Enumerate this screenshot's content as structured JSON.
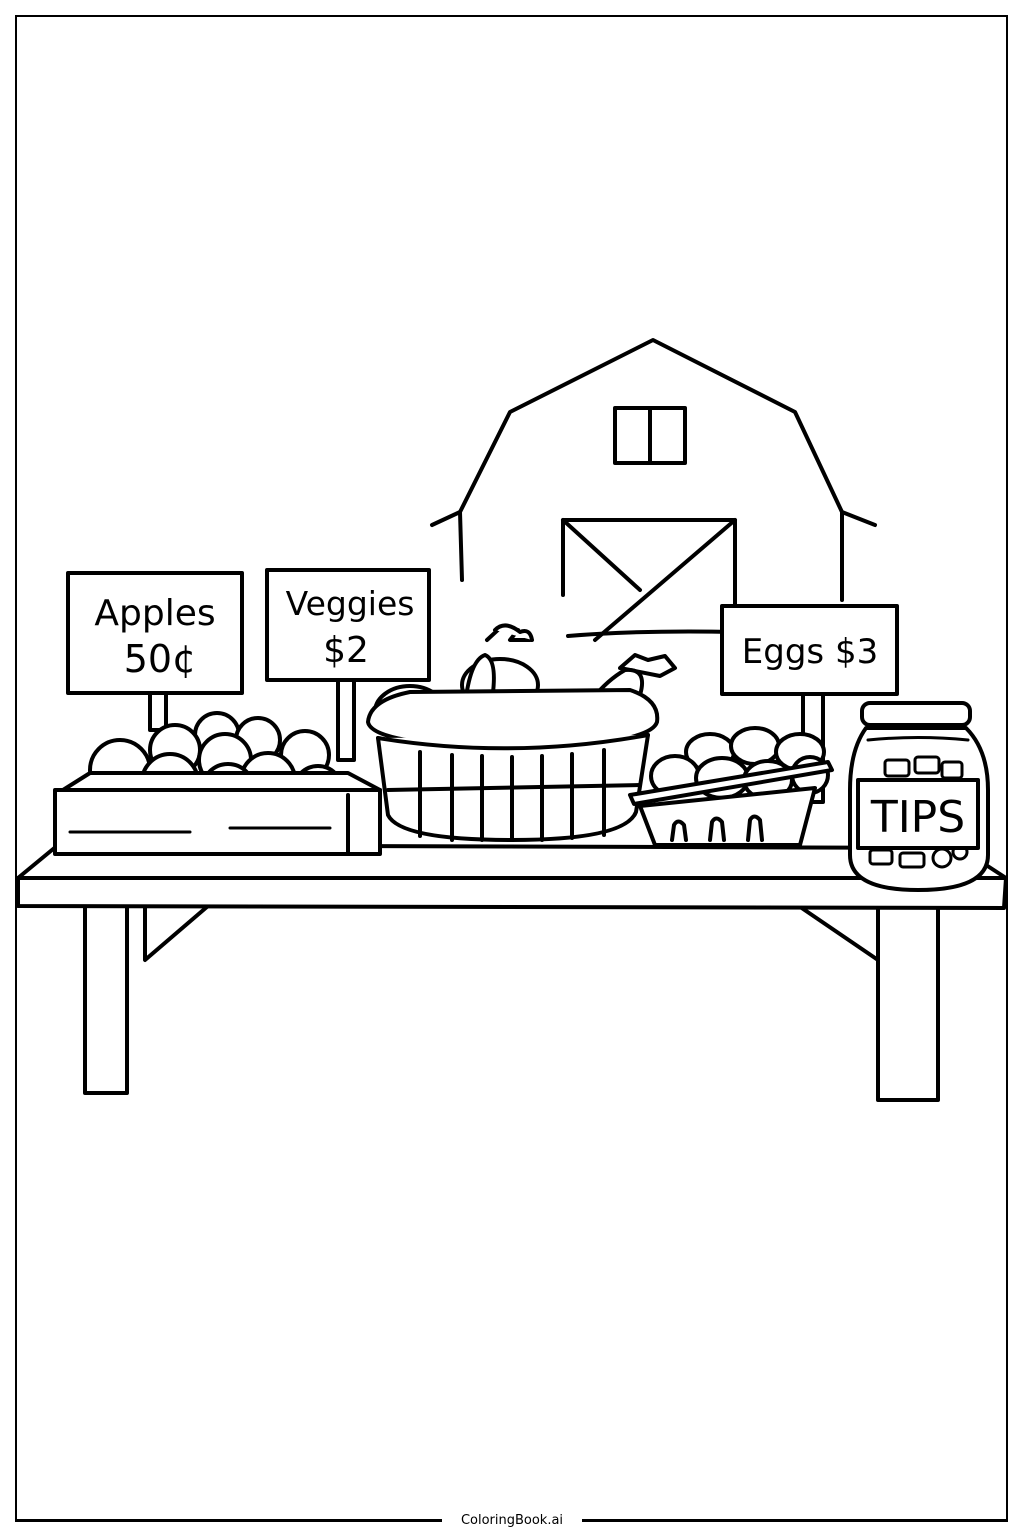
{
  "page": {
    "background_color": "#ffffff",
    "line_color": "#000000"
  },
  "signs": {
    "apples": {
      "line1": "Apples",
      "line2": "50¢"
    },
    "veggies": {
      "line1": "Veggies",
      "line2": "$2"
    },
    "eggs": {
      "line1": "Eggs $3"
    }
  },
  "tip_jar": {
    "label": "TIPS"
  },
  "footer": {
    "brand": "ColoringBook.ai"
  }
}
